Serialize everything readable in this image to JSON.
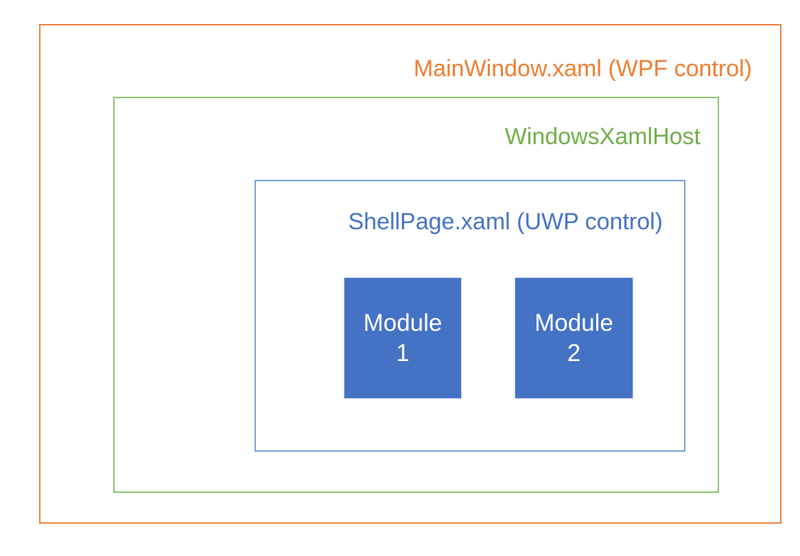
{
  "diagram": {
    "type": "nested-architecture-boxes",
    "background_color": "#FFFFFF",
    "layers": [
      {
        "id": "mainwindow",
        "label": "MainWindow.xaml (WPF control)",
        "border_color": "#ED7D31",
        "text_color": "#ED7D31",
        "fill": "none",
        "label_align": "right"
      },
      {
        "id": "windowsxamlhost",
        "label": "WindowsXamlHost",
        "border_color": "#8CBF6A",
        "text_color": "#70AD47",
        "fill": "none",
        "label_align": "right"
      },
      {
        "id": "shellpage",
        "label": "ShellPage.xaml (UWP control)",
        "border_color": "#6D9EDA",
        "text_color": "#4472C4",
        "fill": "none",
        "label_align": "right"
      }
    ],
    "modules": [
      {
        "id": "module-1",
        "name": "Module",
        "index": "1",
        "fill_color": "#4472C4",
        "text_color": "#FFFFFF"
      },
      {
        "id": "module-2",
        "name": "Module",
        "index": "2",
        "fill_color": "#4472C4",
        "text_color": "#FFFFFF"
      }
    ]
  }
}
